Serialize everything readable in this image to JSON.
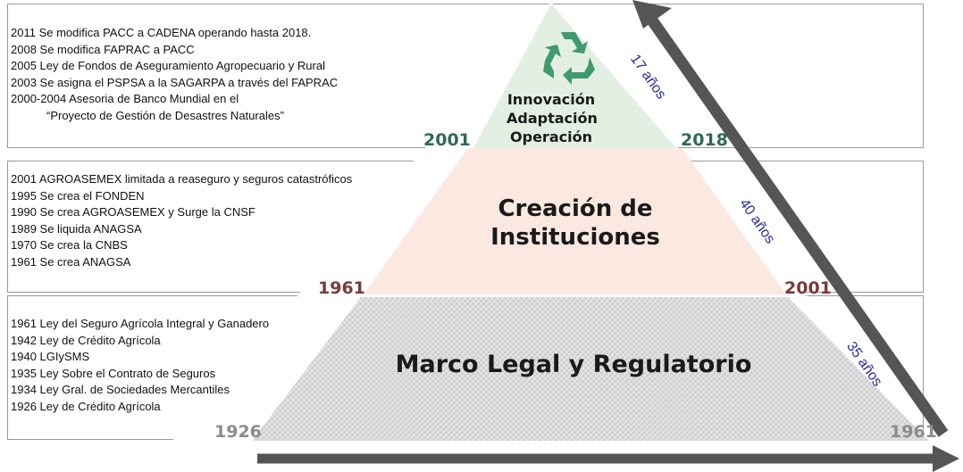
{
  "levels": {
    "top": {
      "title_lines": [
        "Innovación",
        "Adaptación",
        "Operación"
      ],
      "year_start": "2001",
      "year_end": "2018",
      "duration": "17 años",
      "events": [
        "2011 Se modifica PACC a CADENA operando hasta 2018.",
        "2008 Se modifica FAPRAC a PACC",
        "2005 Ley de Fondos de Aseguramiento Agropecuario y Rural",
        "2003 Se asigna el PSPSA a la SAGARPA a través del FAPRAC",
        "2000-2004 Asesoria de Banco Mundial en el",
        "“Proyecto de Gestión de Desastres Naturales”"
      ]
    },
    "middle": {
      "title_lines": [
        "Creación de",
        "Instituciones"
      ],
      "year_start": "1961",
      "year_end": "2001",
      "duration": "40 años",
      "events": [
        "2001 AGROASEMEX limitada a reaseguro y seguros catastróficos",
        "1995 Se crea el FONDEN",
        "1990 Se crea AGROASEMEX y Surge la CNSF",
        "1989 Se liquida ANAGSA",
        "1970 Se crea la CNBS",
        "1961 Se crea ANAGSA"
      ]
    },
    "bottom": {
      "title_lines": [
        "Marco Legal y Regulatorio"
      ],
      "year_start": "1926",
      "year_end": "1961",
      "duration": "35 años",
      "events": [
        "1961 Ley del Seguro Agrícola Integral y Ganadero",
        "1942 Ley de Crédito Agrícola",
        "1940 LGIySMS",
        "1935 Ley Sobre el Contrato de Seguros",
        "1934 Ley Gral. de Sociedades Mercantiles",
        "1926 Ley de Crédito Agrícola"
      ]
    }
  },
  "icons": {
    "recycle": "recycle-icon"
  },
  "colors": {
    "top_fill": "#e3efe3",
    "middle_fill": "#fbe9e1",
    "bottom_fill": "#dedede",
    "year_top": "#2e6b52",
    "year_middle": "#7a3a3a",
    "year_bottom": "#8c8c8c",
    "arrow": "#555555",
    "recycle": "#3f9a6e"
  }
}
